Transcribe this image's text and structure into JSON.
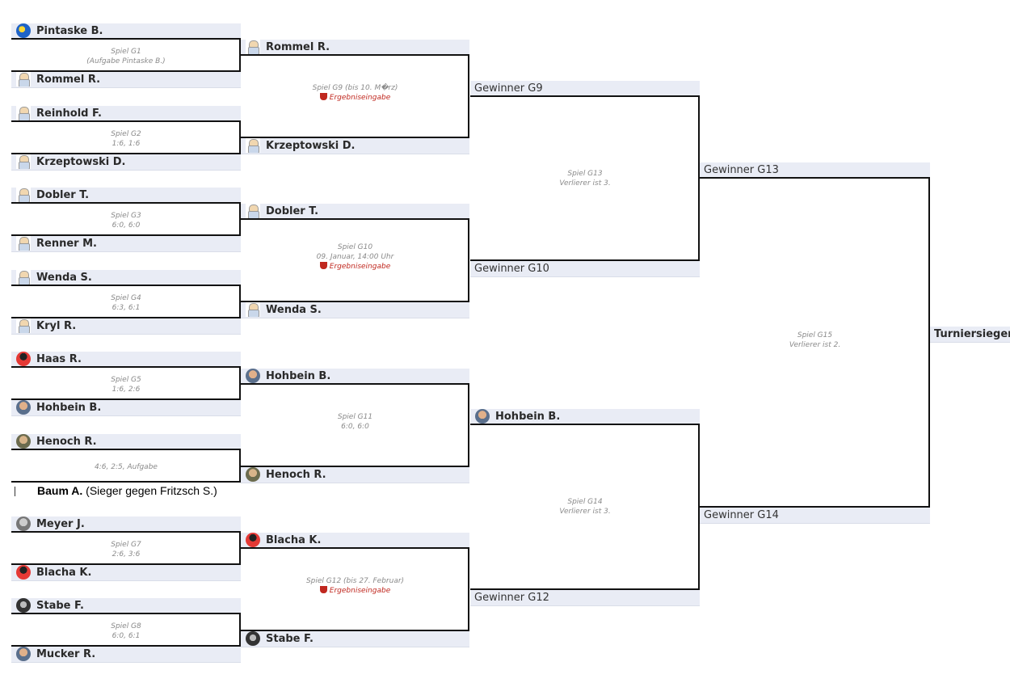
{
  "bracket": {
    "round1": [
      {
        "top": "Pintaske B.",
        "bottom": "Rommel R.",
        "info": [
          "Spiel G1",
          "(Aufgabe Pintaske B.)"
        ],
        "result": ""
      },
      {
        "top": "Reinhold F.",
        "bottom": "Krzeptowski D.",
        "info": [
          "Spiel G2",
          "1:6, 1:6"
        ],
        "result": ""
      },
      {
        "top": "Dobler T.",
        "bottom": "Renner M.",
        "info": [
          "Spiel G3",
          "6:0, 6:0"
        ],
        "result": ""
      },
      {
        "top": "Wenda S.",
        "bottom": "Kryl R.",
        "info": [
          "Spiel G4",
          "6:3, 6:1"
        ],
        "result": ""
      },
      {
        "top": "Haas R.",
        "bottom": "Hohbein B.",
        "info": [
          "Spiel G5",
          "1:6, 2:6"
        ],
        "result": ""
      },
      {
        "top": "Henoch R.",
        "bottom": "Baum A.",
        "bottom_note": "(Sieger gegen Fritzsch S.)",
        "info": [
          "4:6, 2:5, Aufgabe"
        ],
        "result": ""
      },
      {
        "top": "Meyer J.",
        "bottom": "Blacha K.",
        "info": [
          "Spiel G7",
          "2:6, 3:6"
        ],
        "result": ""
      },
      {
        "top": "Stabe F.",
        "bottom": "Mucker R.",
        "info": [
          "Spiel G8",
          "6:0, 6:1"
        ],
        "result": ""
      }
    ],
    "round2": [
      {
        "top": "Rommel R.",
        "bottom": "Krzeptowski D.",
        "info": [
          "Spiel G9 (bis 10. M�rz)"
        ],
        "result": "Ergebniseingabe"
      },
      {
        "top": "Dobler T.",
        "bottom": "Wenda S.",
        "info": [
          "Spiel G10",
          "09. Januar, 14:00 Uhr"
        ],
        "result": "Ergebniseingabe"
      },
      {
        "top": "Hohbein B.",
        "bottom": "Henoch R.",
        "info": [
          "Spiel G11",
          "6:0, 6:0"
        ],
        "result": ""
      },
      {
        "top": "Blacha K.",
        "bottom": "Stabe F.",
        "info": [
          "Spiel G12 (bis 27. Februar)"
        ],
        "result": "Ergebniseingabe"
      }
    ],
    "round3": [
      {
        "top": "Gewinner G9",
        "bottom": "Gewinner G10",
        "info": [
          "Spiel G13",
          "Verlierer ist 3."
        ]
      },
      {
        "top": "Hohbein B.",
        "bottom": "Gewinner G12",
        "info": [
          "Spiel G14",
          "Verlierer ist 3."
        ]
      }
    ],
    "round4": [
      {
        "top": "Gewinner G13",
        "bottom": "Gewinner G14",
        "info": [
          "Spiel G15",
          "Verlierer ist 2."
        ]
      }
    ],
    "champion_label": "Turniersieger"
  },
  "icons": {
    "r1": [
      [
        "ball-avatar-icon",
        "bun-avatar-icon"
      ],
      [
        "bun-avatar-icon",
        "bun-avatar-icon"
      ],
      [
        "bun-avatar-icon",
        "bun-avatar-icon"
      ],
      [
        "bun-avatar-icon",
        "bun-avatar-icon"
      ],
      [
        "red-avatar-icon",
        "photo-avatar-icon"
      ],
      [
        "olive-avatar-icon",
        ""
      ],
      [
        "grey-avatar-icon",
        "red-avatar-icon"
      ],
      [
        "bw-avatar-icon",
        "photo-avatar-icon"
      ]
    ],
    "r2": [
      [
        "bun-avatar-icon",
        "bun-avatar-icon"
      ],
      [
        "bun-avatar-icon",
        "bun-avatar-icon"
      ],
      [
        "photo-avatar-icon",
        "olive-avatar-icon"
      ],
      [
        "red-avatar-icon",
        "bw-avatar-icon"
      ]
    ],
    "r3top": "photo-avatar-icon"
  }
}
